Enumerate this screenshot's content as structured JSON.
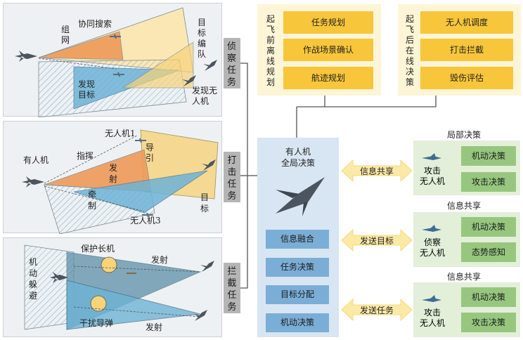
{
  "scenarios": {
    "recon": {
      "tag": "侦察任务",
      "labels": {
        "network": "组网",
        "cooperative_search": "协同搜索",
        "target_formation": "目标编队",
        "discover_target": "发现目标",
        "discover_uav": "发现无人机"
      }
    },
    "strike": {
      "tag": "打击任务",
      "labels": {
        "manned": "有人机",
        "command": "指挥",
        "uav1": "无人机1",
        "guide": "导引",
        "launch": "发射",
        "suppress": "牵制",
        "uav3": "无人机3",
        "target": "目标"
      }
    },
    "intercept": {
      "tag": "拦截任务",
      "labels": {
        "evade": "机动躲避",
        "protect_leader": "保护长机",
        "launch_a": "发射",
        "jam_missile": "干扰导弹",
        "launch_b": "发射"
      }
    }
  },
  "preflight": {
    "title": "起飞前离线规划",
    "items": [
      "任务规划",
      "作战场景确认",
      "航迹规划"
    ]
  },
  "inflight": {
    "title": "起飞后在线决策",
    "items": [
      "无人机调度",
      "打击拦截",
      "毁伤评估"
    ]
  },
  "central": {
    "title_line1": "有人机",
    "title_line2": "全局决策",
    "items": [
      "信息融合",
      "任务决策",
      "目标分配",
      "机动决策"
    ]
  },
  "arrows": [
    "信息共享",
    "发送目标",
    "发送任务"
  ],
  "uav_groups": [
    {
      "header": "局部决策",
      "name_line1": "攻击",
      "name_line2": "无人机",
      "items": [
        "机动决策",
        "攻击决策"
      ]
    },
    {
      "header": "信息共享",
      "name_line1": "侦察",
      "name_line2": "无人机",
      "items": [
        "机动决策",
        "态势感知"
      ]
    },
    {
      "header": "信息共享",
      "name_line1": "攻击",
      "name_line2": "无人机",
      "items": [
        "机动决策",
        "攻击决策"
      ]
    }
  ],
  "colors": {
    "orange": "#ee9a5a",
    "blue": "#6fb3d6",
    "yellow": "#f7d37a",
    "steel": "#5d8fa8",
    "panel": "#eef1f3",
    "accent_yellow": "#f8c63a",
    "accent_blue": "#7aaed6",
    "accent_green": "#97c77f"
  },
  "icons": [
    "fighter-jet-icon",
    "uav-icon",
    "missile-icon",
    "double-arrow-icon",
    "connector-bracket"
  ]
}
